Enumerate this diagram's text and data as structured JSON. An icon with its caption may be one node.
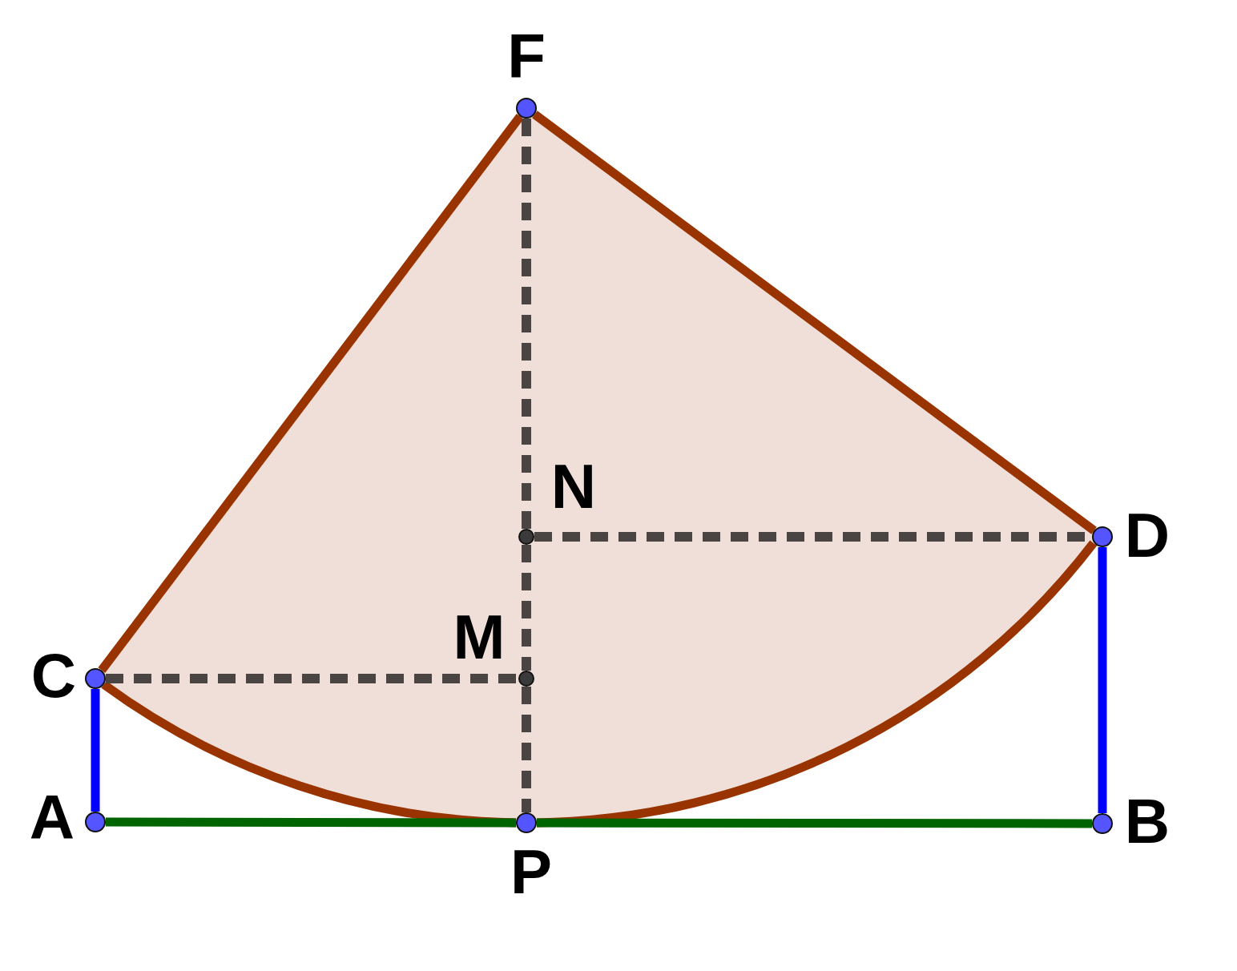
{
  "diagram": {
    "nodes": [
      {
        "text": [],
        "shape": "circle",
        "beside": [
          "F"
        ]
      },
      {
        "text": [],
        "shape": "circle",
        "beside": [
          "N"
        ]
      },
      {
        "text": [],
        "shape": "circle",
        "beside": [
          "D"
        ]
      },
      {
        "text": [],
        "shape": "circle",
        "beside": [
          "M"
        ]
      },
      {
        "text": [],
        "shape": "circle",
        "beside": [
          "C"
        ]
      },
      {
        "text": [],
        "shape": "circle",
        "beside": [
          "A"
        ]
      },
      {
        "text": [],
        "shape": "circle",
        "beside": [
          "P"
        ]
      },
      {
        "text": [],
        "shape": "circle",
        "beside": [
          "B"
        ]
      }
    ],
    "edges": [
      {
        "from": 4,
        "to": 0,
        "arrow": "none"
      },
      {
        "from": 0,
        "to": 2,
        "arrow": "none"
      },
      {
        "from": 4,
        "to": 6,
        "arrow": "none"
      },
      {
        "from": 6,
        "to": 2,
        "arrow": "none"
      },
      {
        "from": 5,
        "to": 4,
        "arrow": "none",
        "color": "#0000ff"
      },
      {
        "from": 7,
        "to": 2,
        "arrow": "none",
        "color": "#0000ff"
      },
      {
        "from": 5,
        "to": 6,
        "arrow": "none",
        "color": "#006400"
      },
      {
        "from": 6,
        "to": 7,
        "arrow": "none",
        "color": "#006400"
      },
      {
        "from": 0,
        "to": 1,
        "arrow": "none",
        "style": "dashed",
        "color": "#4a4442"
      },
      {
        "from": 1,
        "to": 3,
        "arrow": "none",
        "style": "dashed",
        "color": "#4a4442"
      },
      {
        "from": 3,
        "to": 6,
        "arrow": "none",
        "style": "dashed",
        "color": "#4a4442"
      },
      {
        "from": 4,
        "to": 3,
        "arrow": "none",
        "style": "dashed",
        "color": "#4a4442"
      },
      {
        "from": 1,
        "to": 2,
        "arrow": "none",
        "style": "dashed",
        "color": "#4a4442"
      }
    ]
  }
}
